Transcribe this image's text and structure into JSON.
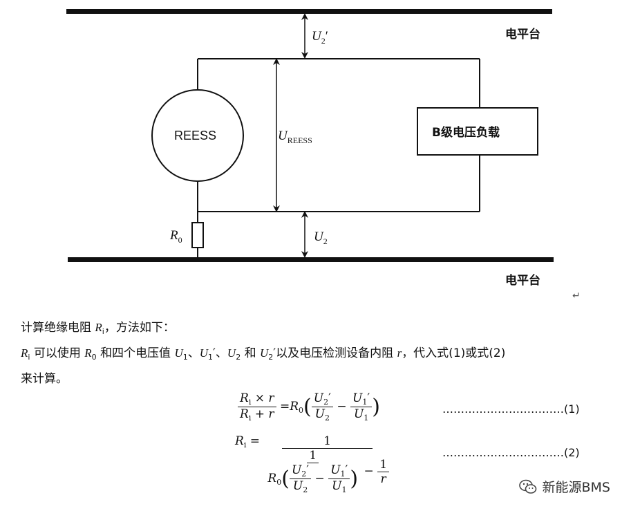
{
  "diagram": {
    "top_platform_label": "电平台",
    "bottom_platform_label": "电平台",
    "battery_label": "REESS",
    "load_label": "B级电压负载",
    "resistor_label": "R",
    "resistor_sub": "0",
    "u2_prime_label": "U",
    "u2_prime_sub": "2",
    "u2_prime_mark": "′",
    "u_reess_label": "U",
    "u_reess_sub": "REESS",
    "u2_label": "U",
    "u2_sub": "2",
    "return_mark": "↵"
  },
  "text": {
    "line1_a": "计算绝缘电阻 ",
    "line1_var": "R",
    "line1_sub": "i",
    "line1_b": "，方法如下：",
    "line2_var1": "R",
    "line2_sub1": "i",
    "line2_a": " 可以使用 ",
    "line2_var2": "R",
    "line2_sub2": "0",
    "line2_b": " 和四个电压值 ",
    "line2_u1": "U",
    "line2_u1s": "1",
    "line2_c": "、",
    "line2_u1p": "U",
    "line2_u1ps": "1",
    "line2_u1pm": "′",
    "line2_d": "、",
    "line2_u2": "U",
    "line2_u2s": "2",
    "line2_e": " 和 ",
    "line2_u2p": "U",
    "line2_u2ps": "2",
    "line2_u2pm": "′",
    "line2_f": "以及电压检测设备内阻 ",
    "line2_r": "r",
    "line2_g": "，代入式(1)或式(2)",
    "line3": "来计算。"
  },
  "formulas": {
    "f1_num": "R_i × r",
    "f1_times": "×",
    "f1_plus": "+",
    "f1_eq": "=",
    "f1_minus": "−",
    "f1_ref": "……………………………(1)",
    "f2_lhs": "R",
    "f2_one": "1",
    "f2_eq": "=",
    "f2_minus": "−",
    "f2_ref": "……………………………(2)",
    "R": "R",
    "i": "i",
    "r": "r",
    "zero": "0",
    "U": "U",
    "one_sub": "1",
    "two_sub": "2",
    "prime": "′",
    "lparen": "(",
    "rparen": ")"
  },
  "watermark": {
    "icon": "wechat-icon",
    "text": "新能源BMS"
  }
}
